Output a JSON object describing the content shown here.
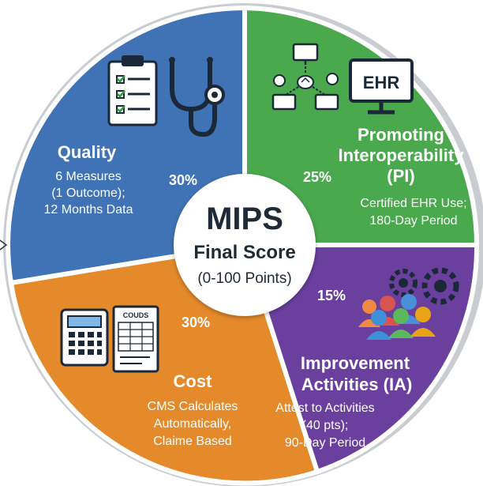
{
  "center": {
    "title": "MIPS",
    "subtitle": "Final Score",
    "range": "(0-100 Points)"
  },
  "segments": {
    "quality": {
      "title": "Quality",
      "line1": "6 Measures",
      "line2": "(1 Outcome);",
      "line3": "12 Months Data",
      "percent": "30%",
      "color": "#3f73b5"
    },
    "pi": {
      "title_line1": "Promoting",
      "title_line2": "Interoperability",
      "title_line3": "(PI)",
      "line1": "Certified EHR Use;",
      "line2": "180-Day Period",
      "percent": "25%",
      "color": "#4aa84d",
      "ehr_label": "EHR"
    },
    "ia": {
      "title_line1": "Improvement",
      "title_line2": "Activities (IA)",
      "line1": "Attest to Activities",
      "line2": "(40 pts);",
      "line3": "90-Day Period",
      "percent": "15%",
      "color": "#6a3f9e"
    },
    "cost": {
      "title": "Cost",
      "line1": "CMS Calculates",
      "line2": "Automatically,",
      "line3": "Claime Based",
      "percent": "30%",
      "color": "#e58a2b",
      "form_label": "COUDS"
    }
  }
}
